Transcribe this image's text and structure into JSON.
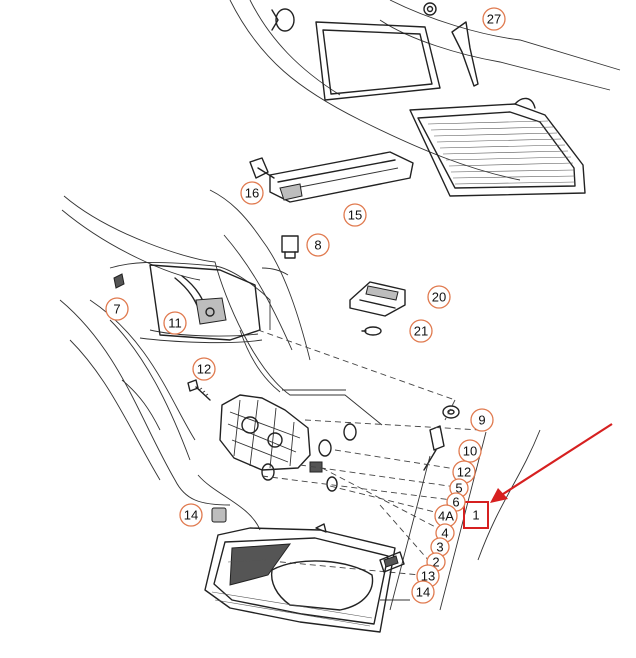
{
  "callouts": {
    "c27": "27",
    "c16": "16",
    "c15": "15",
    "c8": "8",
    "c7": "7",
    "c11": "11",
    "c20": "20",
    "c21": "21",
    "c12a": "12",
    "c9": "9",
    "c10": "10",
    "c12b": "12",
    "c5": "5",
    "c6": "6",
    "c4A": "4A",
    "c4": "4",
    "c3": "3",
    "c2": "2",
    "c13": "13",
    "c14a": "14",
    "c14b": "14"
  },
  "highlighted": {
    "label": "1"
  },
  "colors": {
    "callout_ring": "#e07a4f",
    "highlight": "#d62020"
  }
}
